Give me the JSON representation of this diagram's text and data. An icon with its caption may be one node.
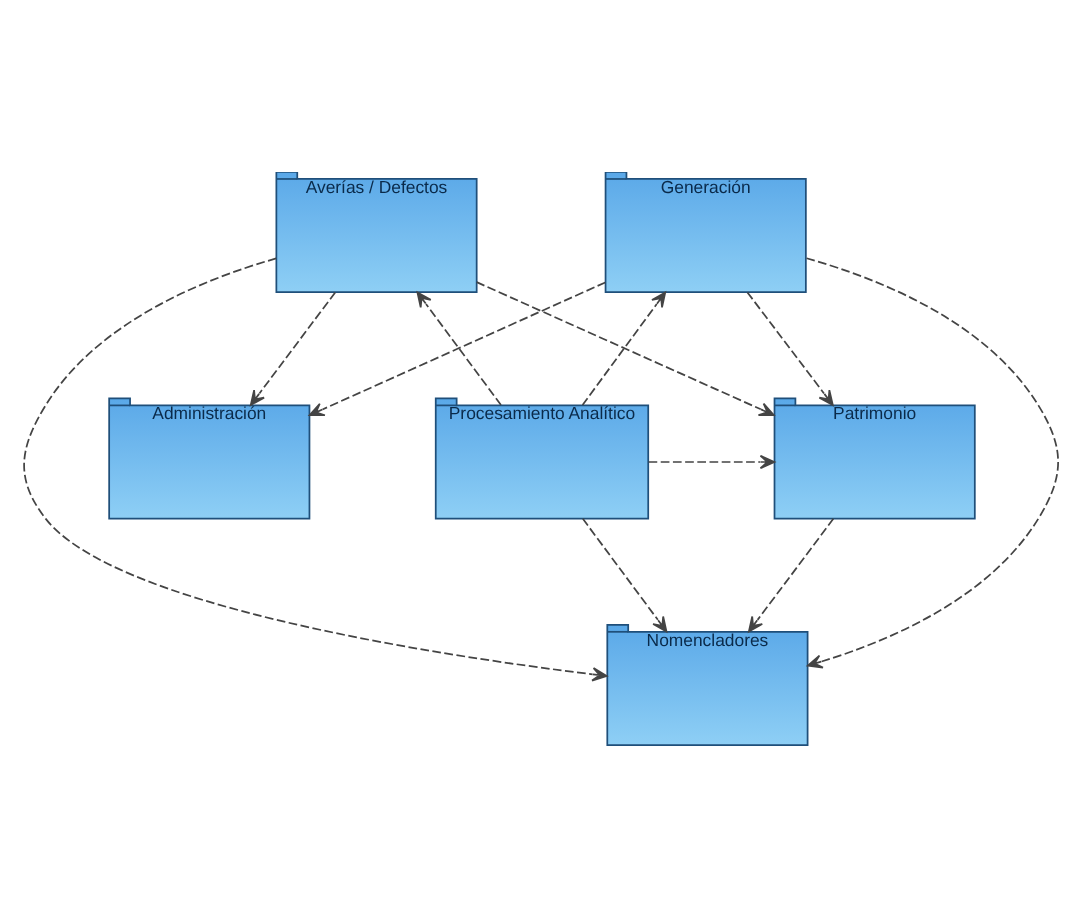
{
  "diagram": {
    "nodes": [
      {
        "text": [
          "Administración"
        ]
      },
      {
        "text": [
          "Generación"
        ]
      },
      {
        "text": [
          "Averías / Defectos"
        ]
      },
      {
        "text": [
          "Procesamiento Analítico"
        ]
      },
      {
        "text": [
          "Patrimonio"
        ]
      },
      {
        "text": [
          "Nomencladores"
        ]
      }
    ],
    "edges": [
      {
        "from": 1,
        "to": 0,
        "arrow": "to",
        "style": "dashed"
      },
      {
        "from": 2,
        "to": 0,
        "arrow": "to",
        "style": "dashed"
      },
      {
        "from": 3,
        "to": 1,
        "arrow": "to",
        "style": "dashed"
      },
      {
        "from": 1,
        "to": 4,
        "arrow": "to",
        "style": "dashed"
      },
      {
        "from": 1,
        "to": 5,
        "arrow": "to",
        "style": "dashed"
      },
      {
        "from": 3,
        "to": 2,
        "arrow": "to",
        "style": "dashed"
      },
      {
        "from": 3,
        "to": 4,
        "arrow": "to",
        "style": "dashed"
      },
      {
        "from": 3,
        "to": 5,
        "arrow": "to",
        "style": "dashed"
      },
      {
        "from": 2,
        "to": 4,
        "arrow": "to",
        "style": "dashed"
      },
      {
        "from": 2,
        "to": 5,
        "arrow": "to",
        "style": "dashed"
      },
      {
        "from": 4,
        "to": 5,
        "arrow": "to",
        "style": "dashed"
      }
    ]
  }
}
